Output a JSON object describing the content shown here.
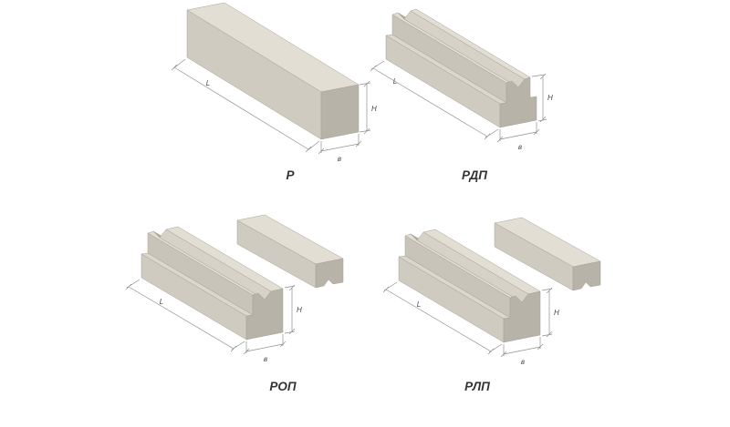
{
  "figures": [
    {
      "caption": "Р",
      "dims": {
        "length": "L",
        "height": "H",
        "width": "в"
      }
    },
    {
      "caption": "РДП",
      "dims": {
        "length": "L",
        "height": "H",
        "width": "в"
      }
    },
    {
      "caption": "РОП",
      "dims": {
        "length": "L",
        "height": "H",
        "width": "в"
      }
    },
    {
      "caption": "РЛП",
      "dims": {
        "length": "L",
        "height": "H",
        "width": "в"
      }
    }
  ],
  "colors": {
    "background": "#ffffff",
    "top": "#e2ded4",
    "side": "#cfcbc1",
    "stem": "#c8c4ba",
    "shelf": "#dbd7cd",
    "channel_dark": "#aeaaa0",
    "channel_light": "#d6d2c8",
    "end": "#b7b3a9"
  }
}
